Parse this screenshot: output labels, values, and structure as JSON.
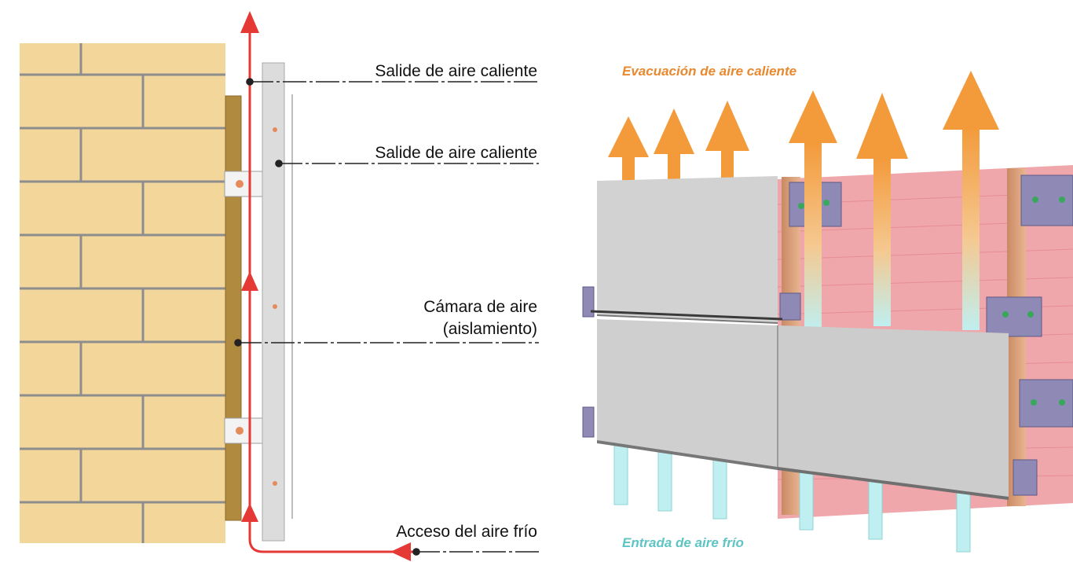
{
  "left_panel": {
    "labels": [
      "Salide de aire caliente",
      "Salide de aire caliente",
      "Cámara de aire",
      "(aislamiento)",
      "Acceso del aire frío"
    ],
    "colors": {
      "brick": "#f2d69a",
      "mortar": "#8d8d8d",
      "insulation": "#b08a3e",
      "panel": "#d9d9d9",
      "airflow": "#e53935"
    }
  },
  "right_panel": {
    "top_caption": "Evacuación de aire caliente",
    "bottom_caption": "Entrada de aire frío",
    "colors": {
      "hot_air": "#f39a3a",
      "cold_air": "#bfeff0",
      "cladding": "#cfcfcf",
      "wall": "#f0a7ab",
      "bracket": "#8f8ab5",
      "top_caption": "#e8892f",
      "bottom_caption": "#5ec4c4"
    }
  }
}
